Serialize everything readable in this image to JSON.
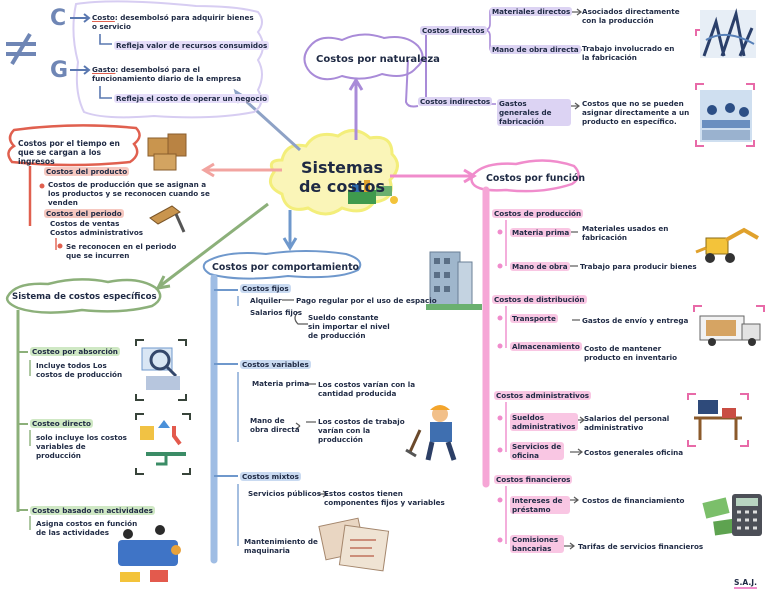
{
  "center": {
    "title": "Sistemas de costos"
  },
  "colors": {
    "purple": "#a98bd8",
    "pink": "#f08ccc",
    "red": "#e0604f",
    "green": "#8cb07a",
    "blue": "#6f98cc",
    "yellow": "#f3ee7a",
    "navy": "#1f2a44"
  },
  "def": {
    "costo_letter": "C",
    "gasto_letter": "G",
    "costo_term": "Costo",
    "costo_def": ": desembolsó para adquirir bienes o servicio",
    "costo_note": "Refleja valor de recursos consumidos",
    "gasto_term": "Gasto",
    "gasto_def": ": desembolsó para el funcionamiento diario de la empresa",
    "gasto_note": "Refleja el costo de operar un negocio"
  },
  "naturaleza": {
    "title": "Costos por naturaleza",
    "directos": "Costos directos",
    "materiales": "Materiales directos",
    "materiales_desc": "Asociados directamente con la producción",
    "mano": "Mano de obra directa",
    "mano_desc": "Trabajo involucrado en la fabricación",
    "indirectos": "Costos indirectos",
    "generales": "Gastos generales de fabricación",
    "generales_desc": "Costos que no se pueden asignar directamente a un producto en específico."
  },
  "tiempo": {
    "title": "Costos por el tiempo en que se cargan a los ingresos",
    "producto": "Costos del producto",
    "producto_desc": "Costos de producción que se asignan a los productos y se reconocen cuando se venden",
    "periodo": "Costos del periodo",
    "ventas": "Costos de ventas",
    "administrativos": "Costos administrativos",
    "periodo_desc": "Se reconocen en el periodo que se incurren"
  },
  "especificos": {
    "title": "Sistema de costos específicos",
    "absorcion": "Costeo por absorción",
    "absorcion_desc": "Incluye todos Los costos de producción",
    "directo": "Costeo directo",
    "directo_desc": "solo incluye los costos variables de producción",
    "actividades": "Costeo basado en actividades",
    "actividades_desc": "Asigna costos en función de las actividades"
  },
  "comportamiento": {
    "title": "Costos por comportamiento",
    "fijos": "Costos fijos",
    "alquiler": "Alquiler",
    "alquiler_desc": "Pago regular por el uso de espacio",
    "salarios": "Salarios fijos",
    "salarios_desc": "Sueldo constante sin importar el nivel de producción",
    "variables": "Costos variables",
    "materia": "Materia prima",
    "materia_desc": "Los costos varían con la cantidad producida",
    "mano": "Mano de obra directa",
    "mano_desc": "Los costos de trabajo varían con la producción",
    "mixtos": "Costos mixtos",
    "servicios": "Servicios públicos",
    "servicios_desc": "Estos costos tienen componentes fijos y variables",
    "mantenimiento": "Mantenimiento de maquinaria"
  },
  "funcion": {
    "title": "Costos por función",
    "produccion": "Costos de producción",
    "materia": "Materia prima",
    "materia_desc": "Materiales usados en fabricación",
    "mano": "Mano de obra",
    "mano_desc": "Trabajo para producir bienes",
    "distribucion": "Costos de distribución",
    "transporte": "Transporte",
    "transporte_desc": "Gastos de envío y entrega",
    "almacenamiento": "Almacenamiento",
    "almacenamiento_desc": "Costo de mantener producto en inventario",
    "administrativos": "Costos administrativos",
    "sueldos": "Sueldos administrativos",
    "sueldos_desc": "Salarios del personal administrativo",
    "oficina": "Servicios de oficina",
    "oficina_desc": "Costos generales oficina",
    "financieros": "Costos financieros",
    "intereses": "Intereses de préstamo",
    "intereses_desc": "Costos de financiamiento",
    "comisiones": "Comisiones bancarias",
    "comisiones_desc": "Tarifas de servicios financieros"
  },
  "signature": "S.A.J."
}
